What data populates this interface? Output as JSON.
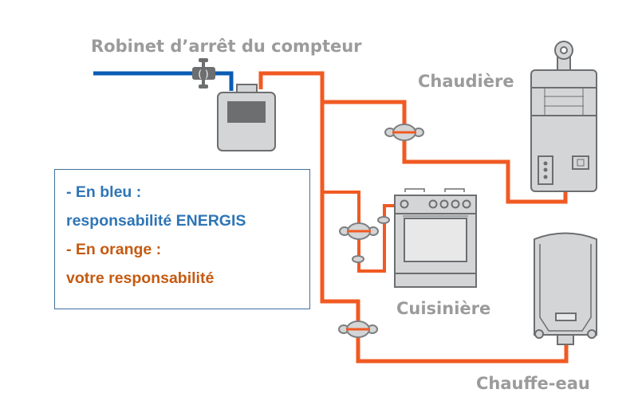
{
  "labels": {
    "meter_valve": "Robinet d’arrêt du compteur",
    "boiler": "Chaudière",
    "stove": "Cuisinière",
    "water_heater": "Chauffe-eau"
  },
  "legend": {
    "blue_title": "- En bleu :",
    "blue_text": "responsabilité ENERGIS",
    "orange_title": "- En orange :",
    "orange_text": "votre responsabilité"
  },
  "colors": {
    "blue_pipe": "#0a5cb4",
    "orange_pipe": "#f05a22",
    "device": "#d4d5d7",
    "outline": "#6d6e70"
  }
}
